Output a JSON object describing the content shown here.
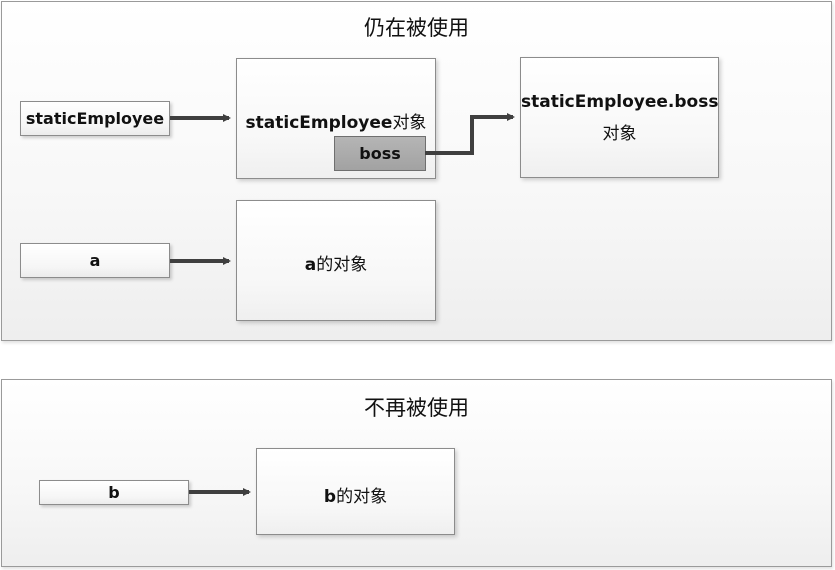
{
  "panels": {
    "in_use": {
      "title": "仍在被使用"
    },
    "not_in_use": {
      "title": "不再被使用"
    }
  },
  "references": {
    "static_employee": "staticEmployee",
    "a": "a",
    "b": "b"
  },
  "objects": {
    "static_employee_obj": {
      "name": "staticEmployee",
      "suffix": "对象"
    },
    "boss_field": "boss",
    "boss_obj": {
      "line1": "staticEmployee.boss",
      "line2": "对象"
    },
    "a_obj": {
      "name": "a",
      "suffix": "的对象"
    },
    "b_obj": {
      "name": "b",
      "suffix": "的对象"
    }
  },
  "colors": {
    "arrow": "#3f3f3f",
    "field_fill": "#a9a9a9",
    "border": "#8c8c8c"
  }
}
